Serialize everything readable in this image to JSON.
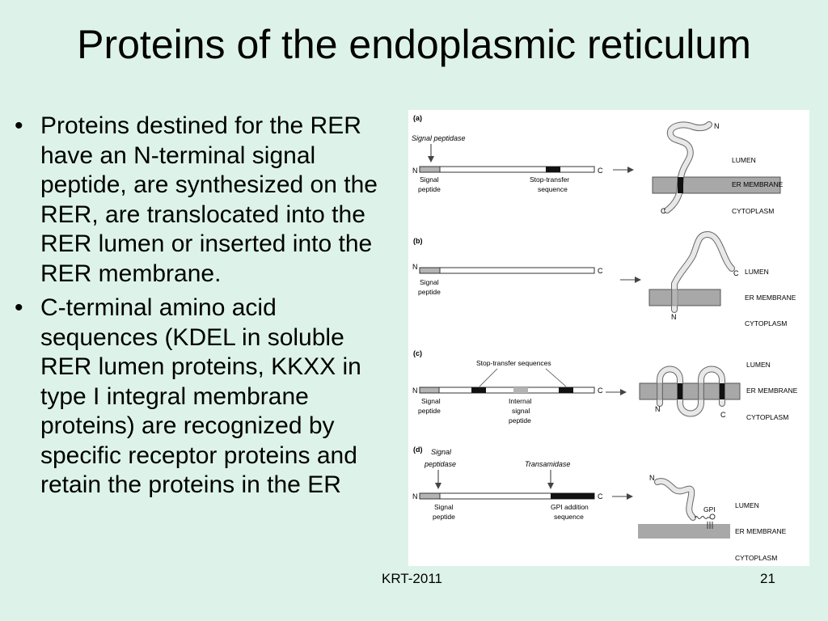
{
  "slide": {
    "title": "Proteins of the endoplasmic reticulum",
    "bullets": [
      "Proteins destined for the RER have an N-terminal signal peptide, are synthesized on the RER, are translocated into the RER lumen or inserted into the RER membrane.",
      "C-terminal amino acid sequences (KDEL in soluble RER lumen proteins, KKXX in type I integral membrane proteins) are recognized by specific receptor proteins and retain the proteins in the ER"
    ],
    "footer_center": "KRT-2011",
    "page_number": "21"
  },
  "colors": {
    "background": "#ddf3ea",
    "membrane": "#a8a8a8",
    "signal": "#b4b4b4",
    "stop_transfer": "#111111"
  },
  "diagram": {
    "common": {
      "n_terminus": "N",
      "c_terminus": "C",
      "lumen": "LUMEN",
      "er_membrane": "ER MEMBRANE",
      "cytoplasm": "CYTOPLASM"
    },
    "panel_a": {
      "label": "(a)",
      "enzyme": "Signal peptidase",
      "signal_l1": "Signal",
      "signal_l2": "peptide",
      "stop_l1": "Stop-transfer",
      "stop_l2": "sequence"
    },
    "panel_b": {
      "label": "(b)",
      "signal_l1": "Signal",
      "signal_l2": "peptide"
    },
    "panel_c": {
      "label": "(c)",
      "stop_sequences": "Stop-transfer sequences",
      "signal_l1": "Signal",
      "signal_l2": "peptide",
      "internal_l1": "Internal",
      "internal_l2": "signal",
      "internal_l3": "peptide"
    },
    "panel_d": {
      "label": "(d)",
      "enzyme_l1": "Signal",
      "enzyme_l2": "peptidase",
      "transamidase": "Transamidase",
      "signal_l1": "Signal",
      "signal_l2": "peptide",
      "gpi_l1": "GPI addition",
      "gpi_l2": "sequence",
      "gpi": "GPI"
    }
  }
}
